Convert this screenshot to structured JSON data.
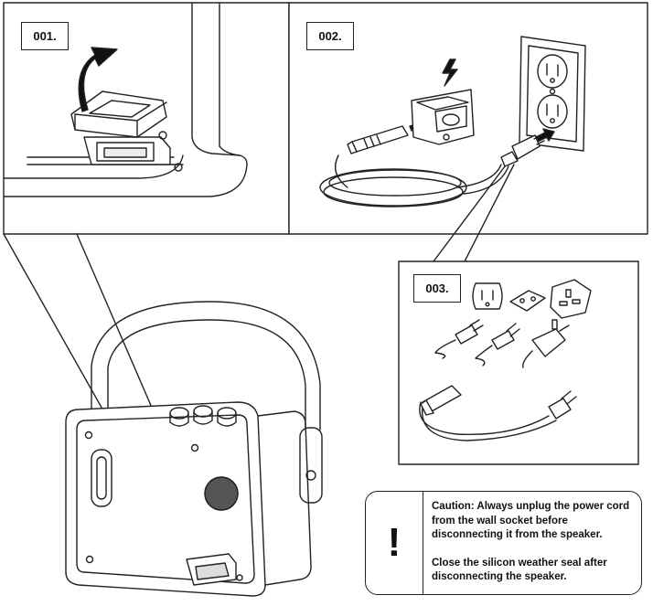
{
  "steps": [
    {
      "label": "001."
    },
    {
      "label": "002."
    },
    {
      "label": "003."
    }
  ],
  "caution": {
    "icon": "exclamation-icon",
    "mark": "!",
    "paragraph_1": "Caution: Always unplug the power cord from the wall socket before disconnecting it from the speaker.",
    "paragraph_2": "Close the silicon weather seal after disconnecting the speaker."
  },
  "icons": [
    "lightning-bolt-icon",
    "curved-arrow-icon",
    "plug-arrow-icon"
  ]
}
